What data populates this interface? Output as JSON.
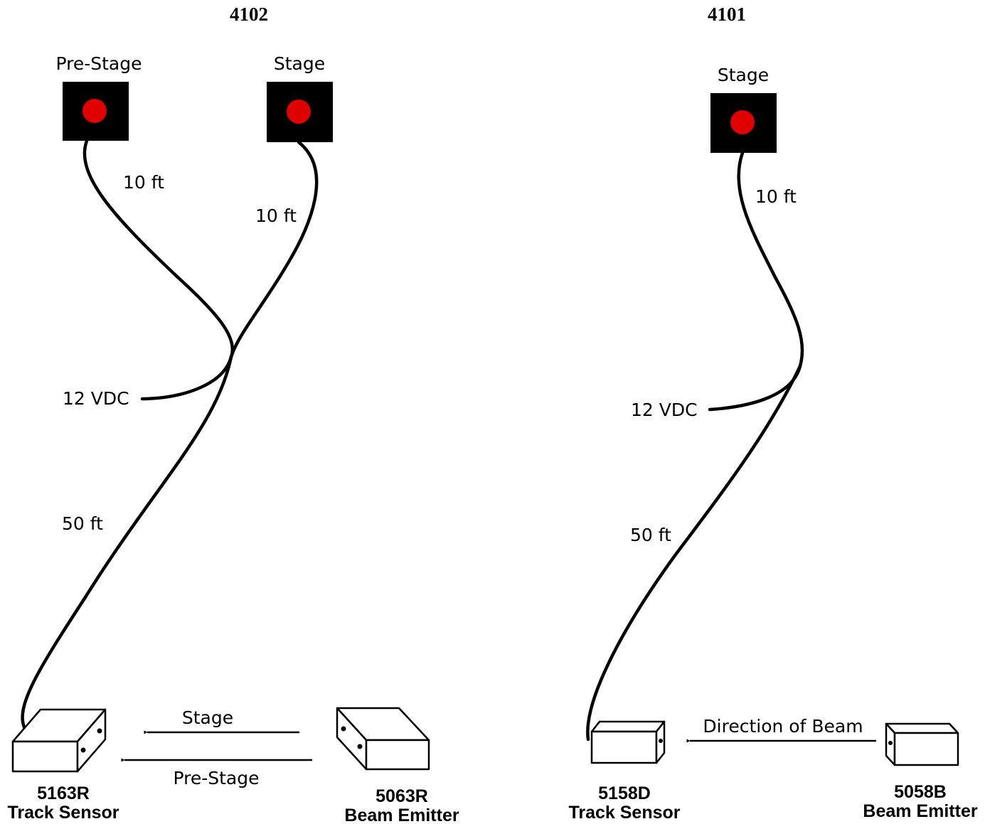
{
  "left": {
    "title": "4102",
    "prestage_light_label": "Pre-Stage",
    "stage_light_label": "Stage",
    "prestage_cable_length": "10 ft",
    "stage_cable_length": "10 ft",
    "power_label": "12 VDC",
    "main_cable_length": "50 ft",
    "beam_stage_label": "Stage",
    "beam_prestage_label": "Pre-Stage",
    "sensor_model": "5163R",
    "sensor_name": "Track Sensor",
    "emitter_model": "5063R",
    "emitter_name": "Beam Emitter"
  },
  "right": {
    "title": "4101",
    "stage_light_label": "Stage",
    "stage_cable_length": "10 ft",
    "power_label": "12 VDC",
    "main_cable_length": "50 ft",
    "beam_label": "Direction of Beam",
    "sensor_model": "5158D",
    "sensor_name": "Track Sensor",
    "emitter_model": "5058B",
    "emitter_name": "Beam Emitter"
  },
  "colors": {
    "light_housing": "#000000",
    "light_lamp": "#e00000",
    "line": "#000000"
  }
}
